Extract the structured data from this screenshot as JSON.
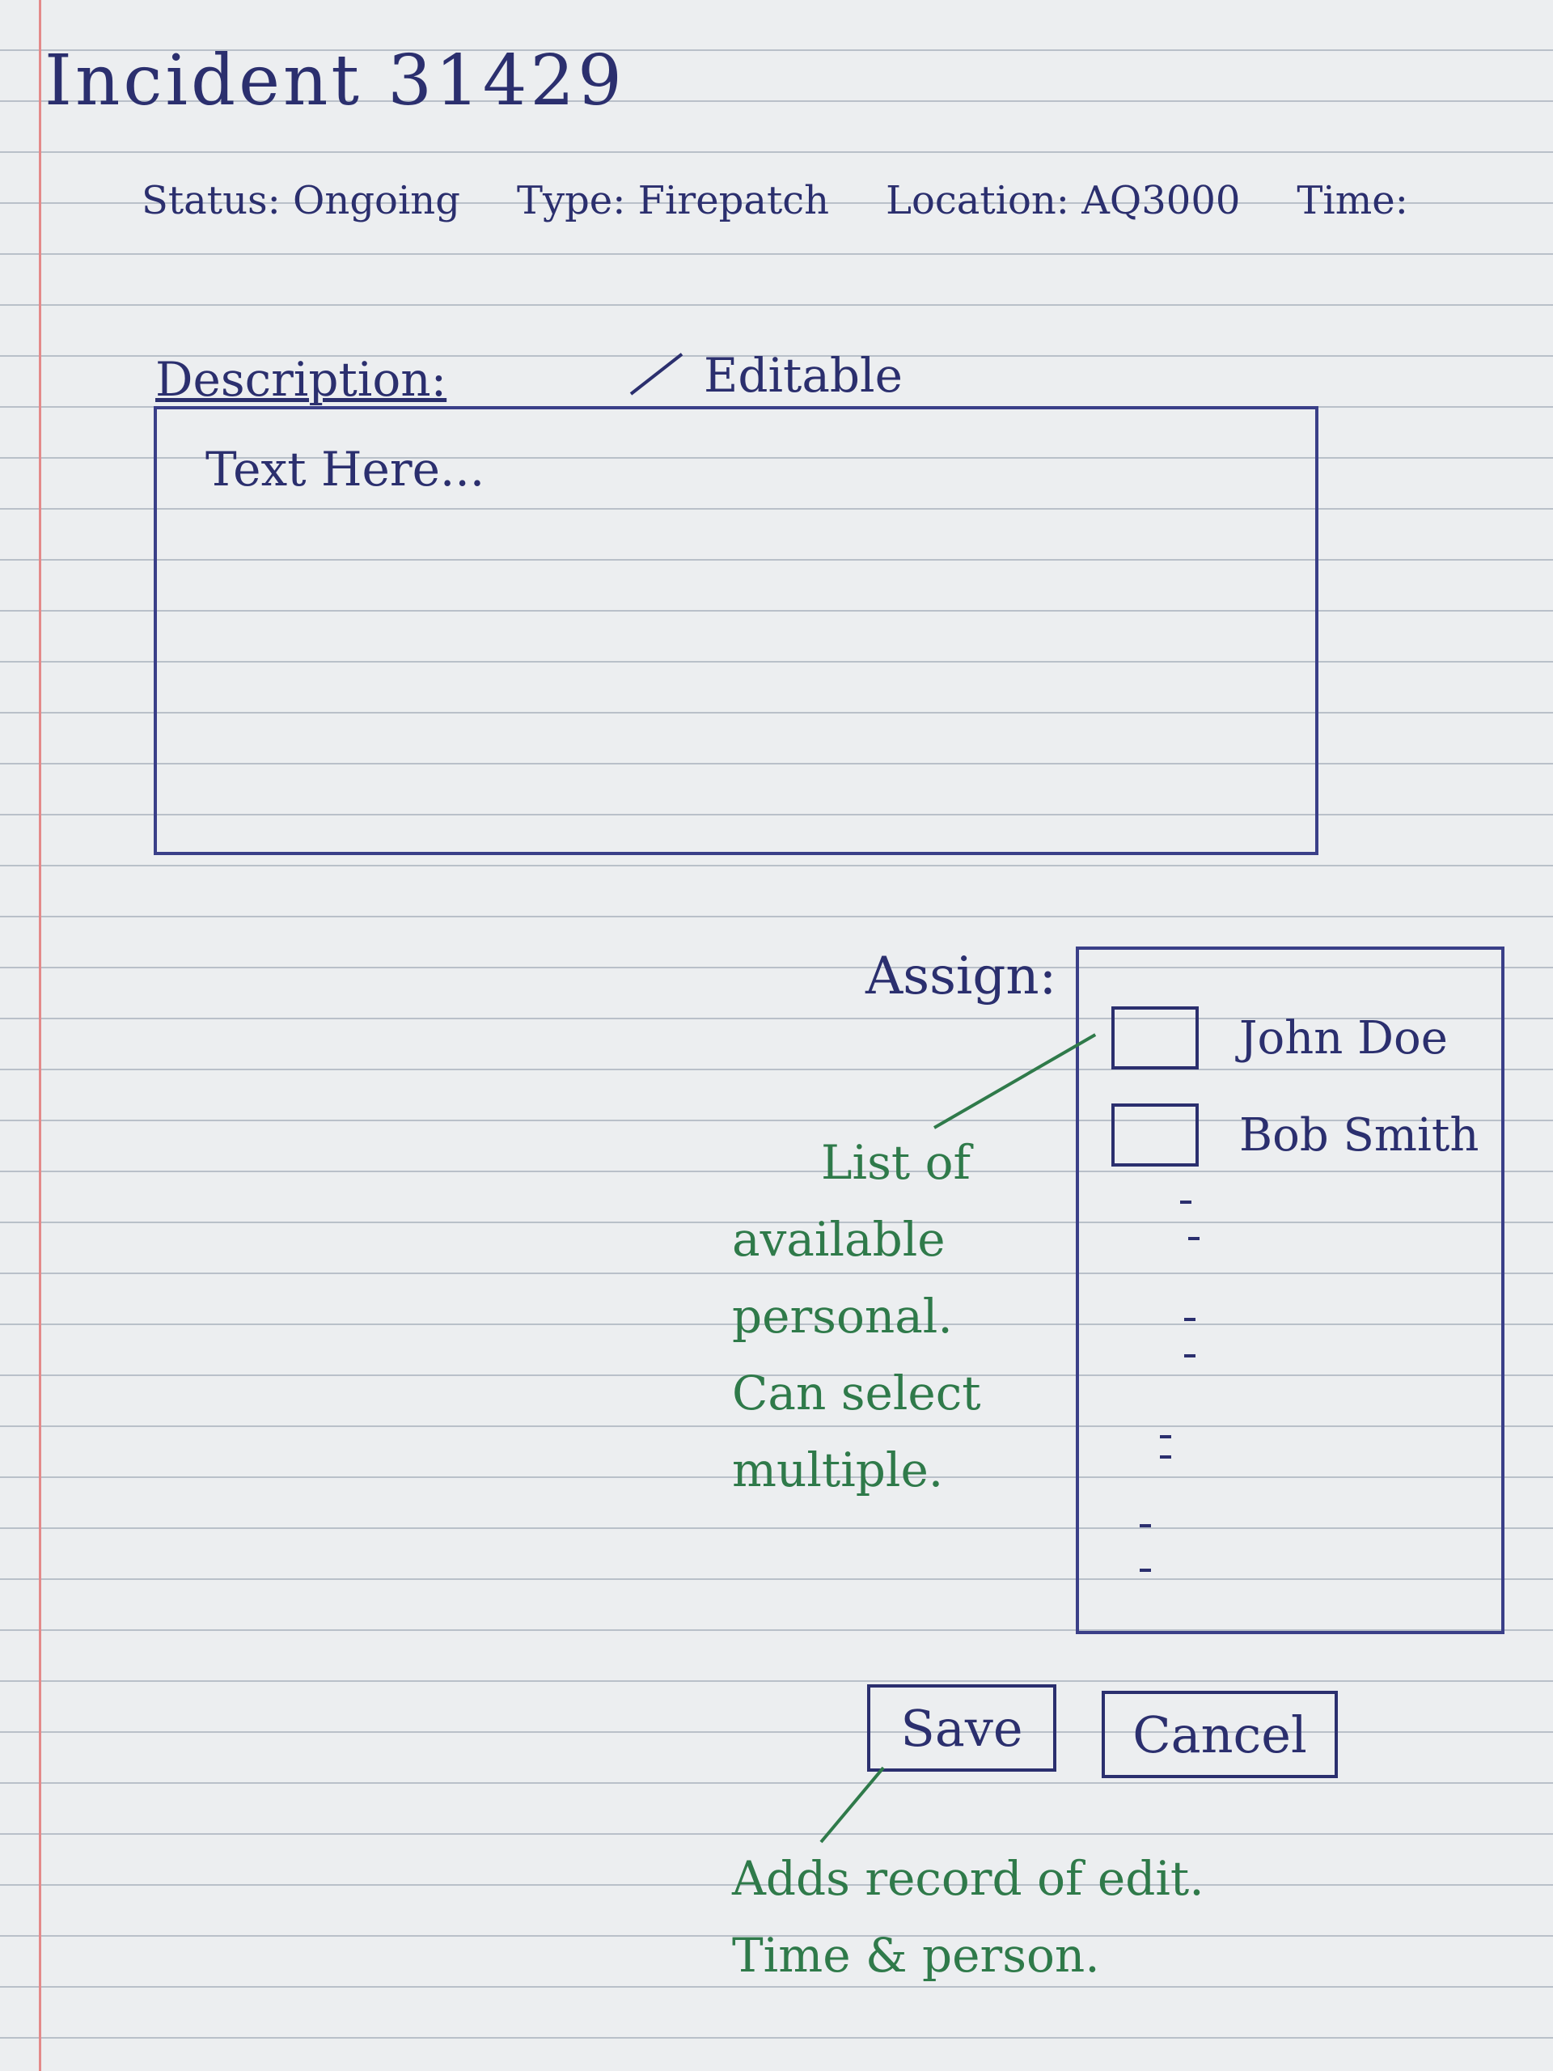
{
  "title": "Incident 31429",
  "meta": {
    "status": "Status: Ongoing",
    "type": "Type: Firepatch",
    "location": "Location: AQ3000",
    "time": "Time:"
  },
  "description": {
    "label": "Description:",
    "placeholder": "Text Here...",
    "note": "Editable"
  },
  "assign": {
    "label": "Assign:",
    "people": [
      {
        "name": "John Doe"
      },
      {
        "name": "Bob Smith"
      }
    ],
    "note_lines": [
      "List of",
      "available",
      "personal.",
      "Can select",
      "multiple."
    ]
  },
  "buttons": {
    "save": "Save",
    "cancel": "Cancel"
  },
  "save_note_lines": [
    "Adds record of edit.",
    "Time & person."
  ],
  "colors": {
    "ink": "#2b2f6e",
    "green_ink": "#2f7a4a",
    "margin": "#e38a8a",
    "paper": "#eceef0"
  }
}
